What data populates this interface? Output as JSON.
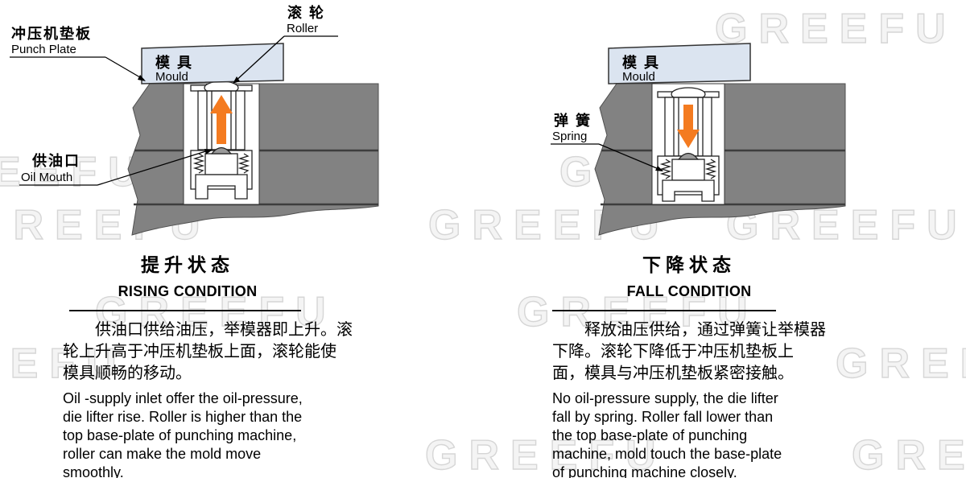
{
  "watermark": "GREEFU",
  "colors": {
    "block_gray": "#828282",
    "block_seam": "#3d3d3d",
    "mould_blue": "#dbe4f0",
    "arrow_orange": "#f47b20",
    "watermark_gray": "#d6d6d6"
  },
  "diagram_left": {
    "labels": {
      "punch_plate": {
        "cn": "冲压机垫板",
        "en": "Punch Plate"
      },
      "roller": {
        "cn": "滚 轮",
        "en": "Roller"
      },
      "mould": {
        "cn": "模 具",
        "en": "Mould"
      },
      "oil_mouth": {
        "cn": "供油口",
        "en": "Oil Mouth"
      }
    },
    "title_cn": "提升状态",
    "title_en": "RISING CONDITION",
    "desc_cn": "供油口供给油压，举模器即上升。滚\n轮上升高于冲压机垫板上面，滚轮能使\n模具顺畅的移动。",
    "desc_en": "Oil -supply inlet offer the oil-pressure,\ndie lifter rise. Roller is higher than the\ntop base-plate of punching machine,\nroller can make the mold move\nsmoothly."
  },
  "diagram_right": {
    "labels": {
      "mould": {
        "cn": "模 具",
        "en": "Mould"
      },
      "spring": {
        "cn": "弹 簧",
        "en": "Spring"
      }
    },
    "title_cn": "下降状态",
    "title_en": "FALL CONDITION",
    "desc_cn": "释放油压供给，通过弹簧让举模器\n下降。滚轮下降低于冲压机垫板上\n面，模具与冲压机垫板紧密接触。",
    "desc_en": "No oil-pressure supply, the die lifter\nfall by spring. Roller fall lower than\nthe top base-plate of punching\nmachine, mold touch the base-plate\nof punching machine closely."
  }
}
